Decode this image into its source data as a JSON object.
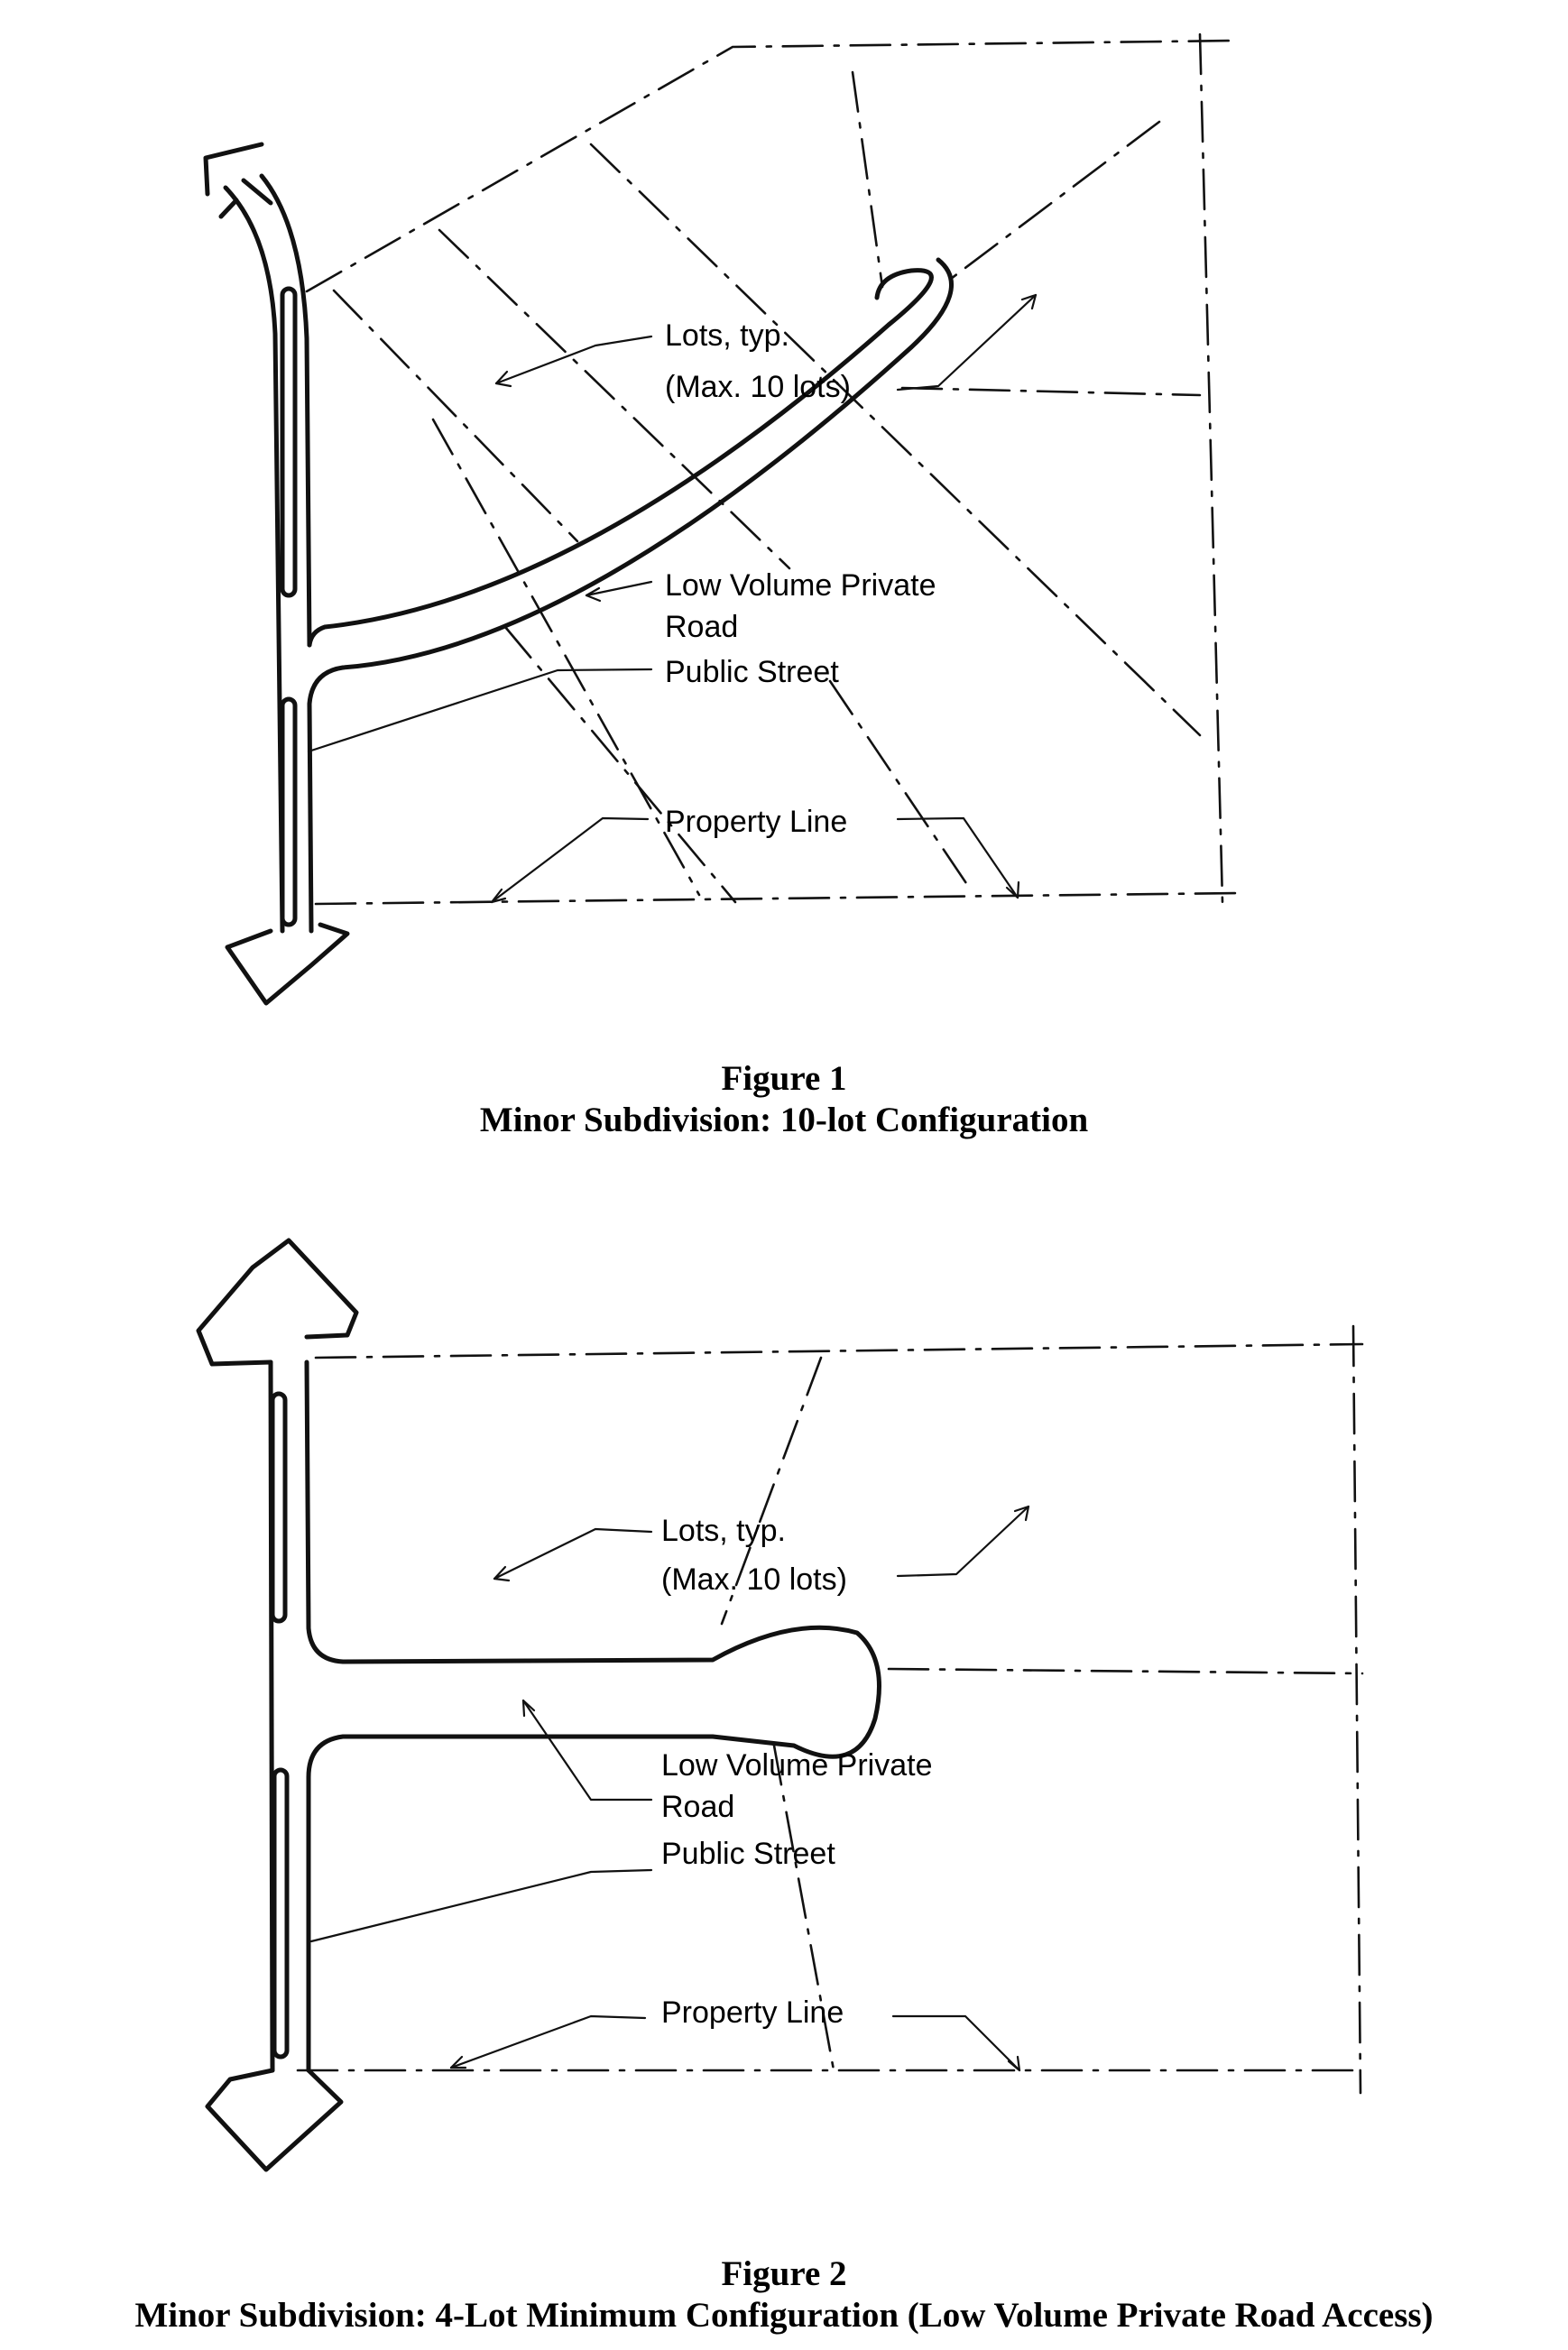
{
  "figures": [
    {
      "label": "Figure 1",
      "title": "Minor Subdivision: 10-lot Configuration",
      "callouts": {
        "lots": "Lots, typ.",
        "max_lots": "(Max. 10 lots)",
        "private_road_line1": "Low Volume Private",
        "private_road_line2": "Road",
        "public_street": "Public Street",
        "property_line": "Property Line"
      }
    },
    {
      "label": "Figure 2",
      "title": "Minor Subdivision: 4-Lot Minimum Configuration (Low Volume Private Road Access)",
      "callouts": {
        "lots": "Lots, typ.",
        "max_lots": "(Max. 10 lots)",
        "private_road_line1": "Low Volume Private",
        "private_road_line2": "Road",
        "public_street": "Public Street",
        "property_line": "Property Line"
      }
    }
  ],
  "ink_color": "#111111"
}
